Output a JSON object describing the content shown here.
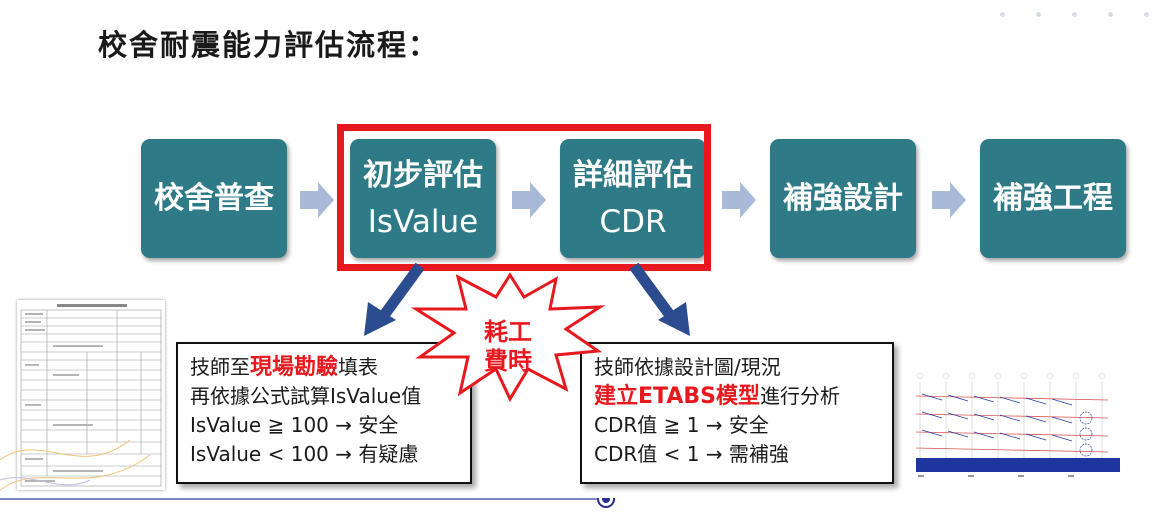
{
  "title": "校舍耐震能力評估流程：",
  "steps": [
    {
      "label": "校舍普查",
      "sub": ""
    },
    {
      "label": "初步評估",
      "sub": "IsValue"
    },
    {
      "label": "詳細評估",
      "sub": "CDR"
    },
    {
      "label": "補強設計",
      "sub": ""
    },
    {
      "label": "補強工程",
      "sub": ""
    }
  ],
  "callout": {
    "line1": "耗工",
    "line2": "費時"
  },
  "left_panel": {
    "l1_pre": "技師至",
    "l1_hl": "現場勘驗",
    "l1_post": "填表",
    "l2": "再依據公式試算IsValue值",
    "l3": "IsValue ≧ 100 → 安全",
    "l4": "IsValue < 100 → 有疑慮"
  },
  "right_panel": {
    "l1": "技師依據設計圖/現況",
    "l2_hl": "建立ETABS模型",
    "l2_post": "進行分析",
    "l3": "CDR值 ≧ 1 → 安全",
    "l4": "CDR值 < 1 → 需補強"
  },
  "colors": {
    "step": "#2e7a87",
    "frame": "#e8191e",
    "arrow_light": "#a9b9d8",
    "arrow_dark": "#2b4c8e",
    "highlight": "#e8191e"
  }
}
